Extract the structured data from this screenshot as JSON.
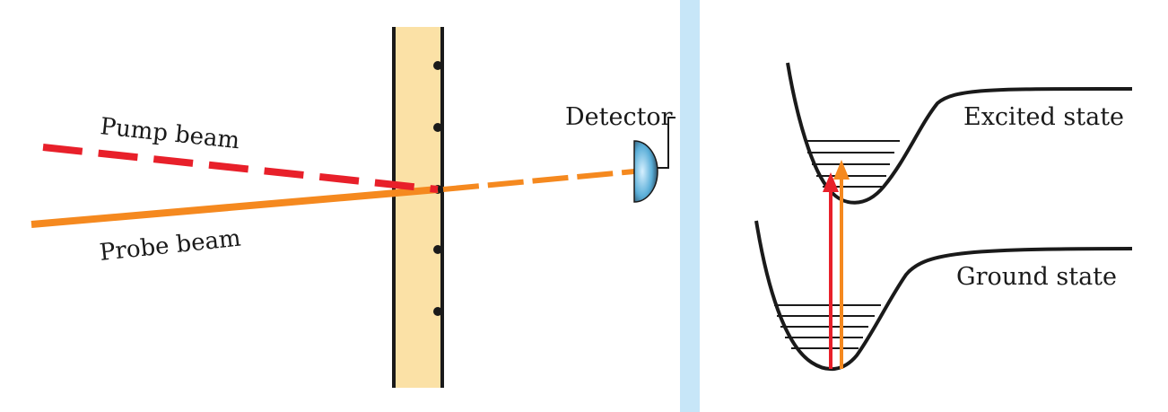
{
  "left_panel": {
    "labels": {
      "pump": "Pump beam",
      "probe": "Probe beam",
      "detector": "Detector"
    }
  },
  "right_panel": {
    "labels": {
      "excited": "Excited state",
      "ground": "Ground state"
    }
  },
  "colors": {
    "pump": "#e8202a",
    "probe": "#f5891f",
    "sample": "#fbe1a6",
    "divider": "#c7e6f8",
    "detector": "#5aaed8",
    "outline": "#1a1a1a"
  }
}
